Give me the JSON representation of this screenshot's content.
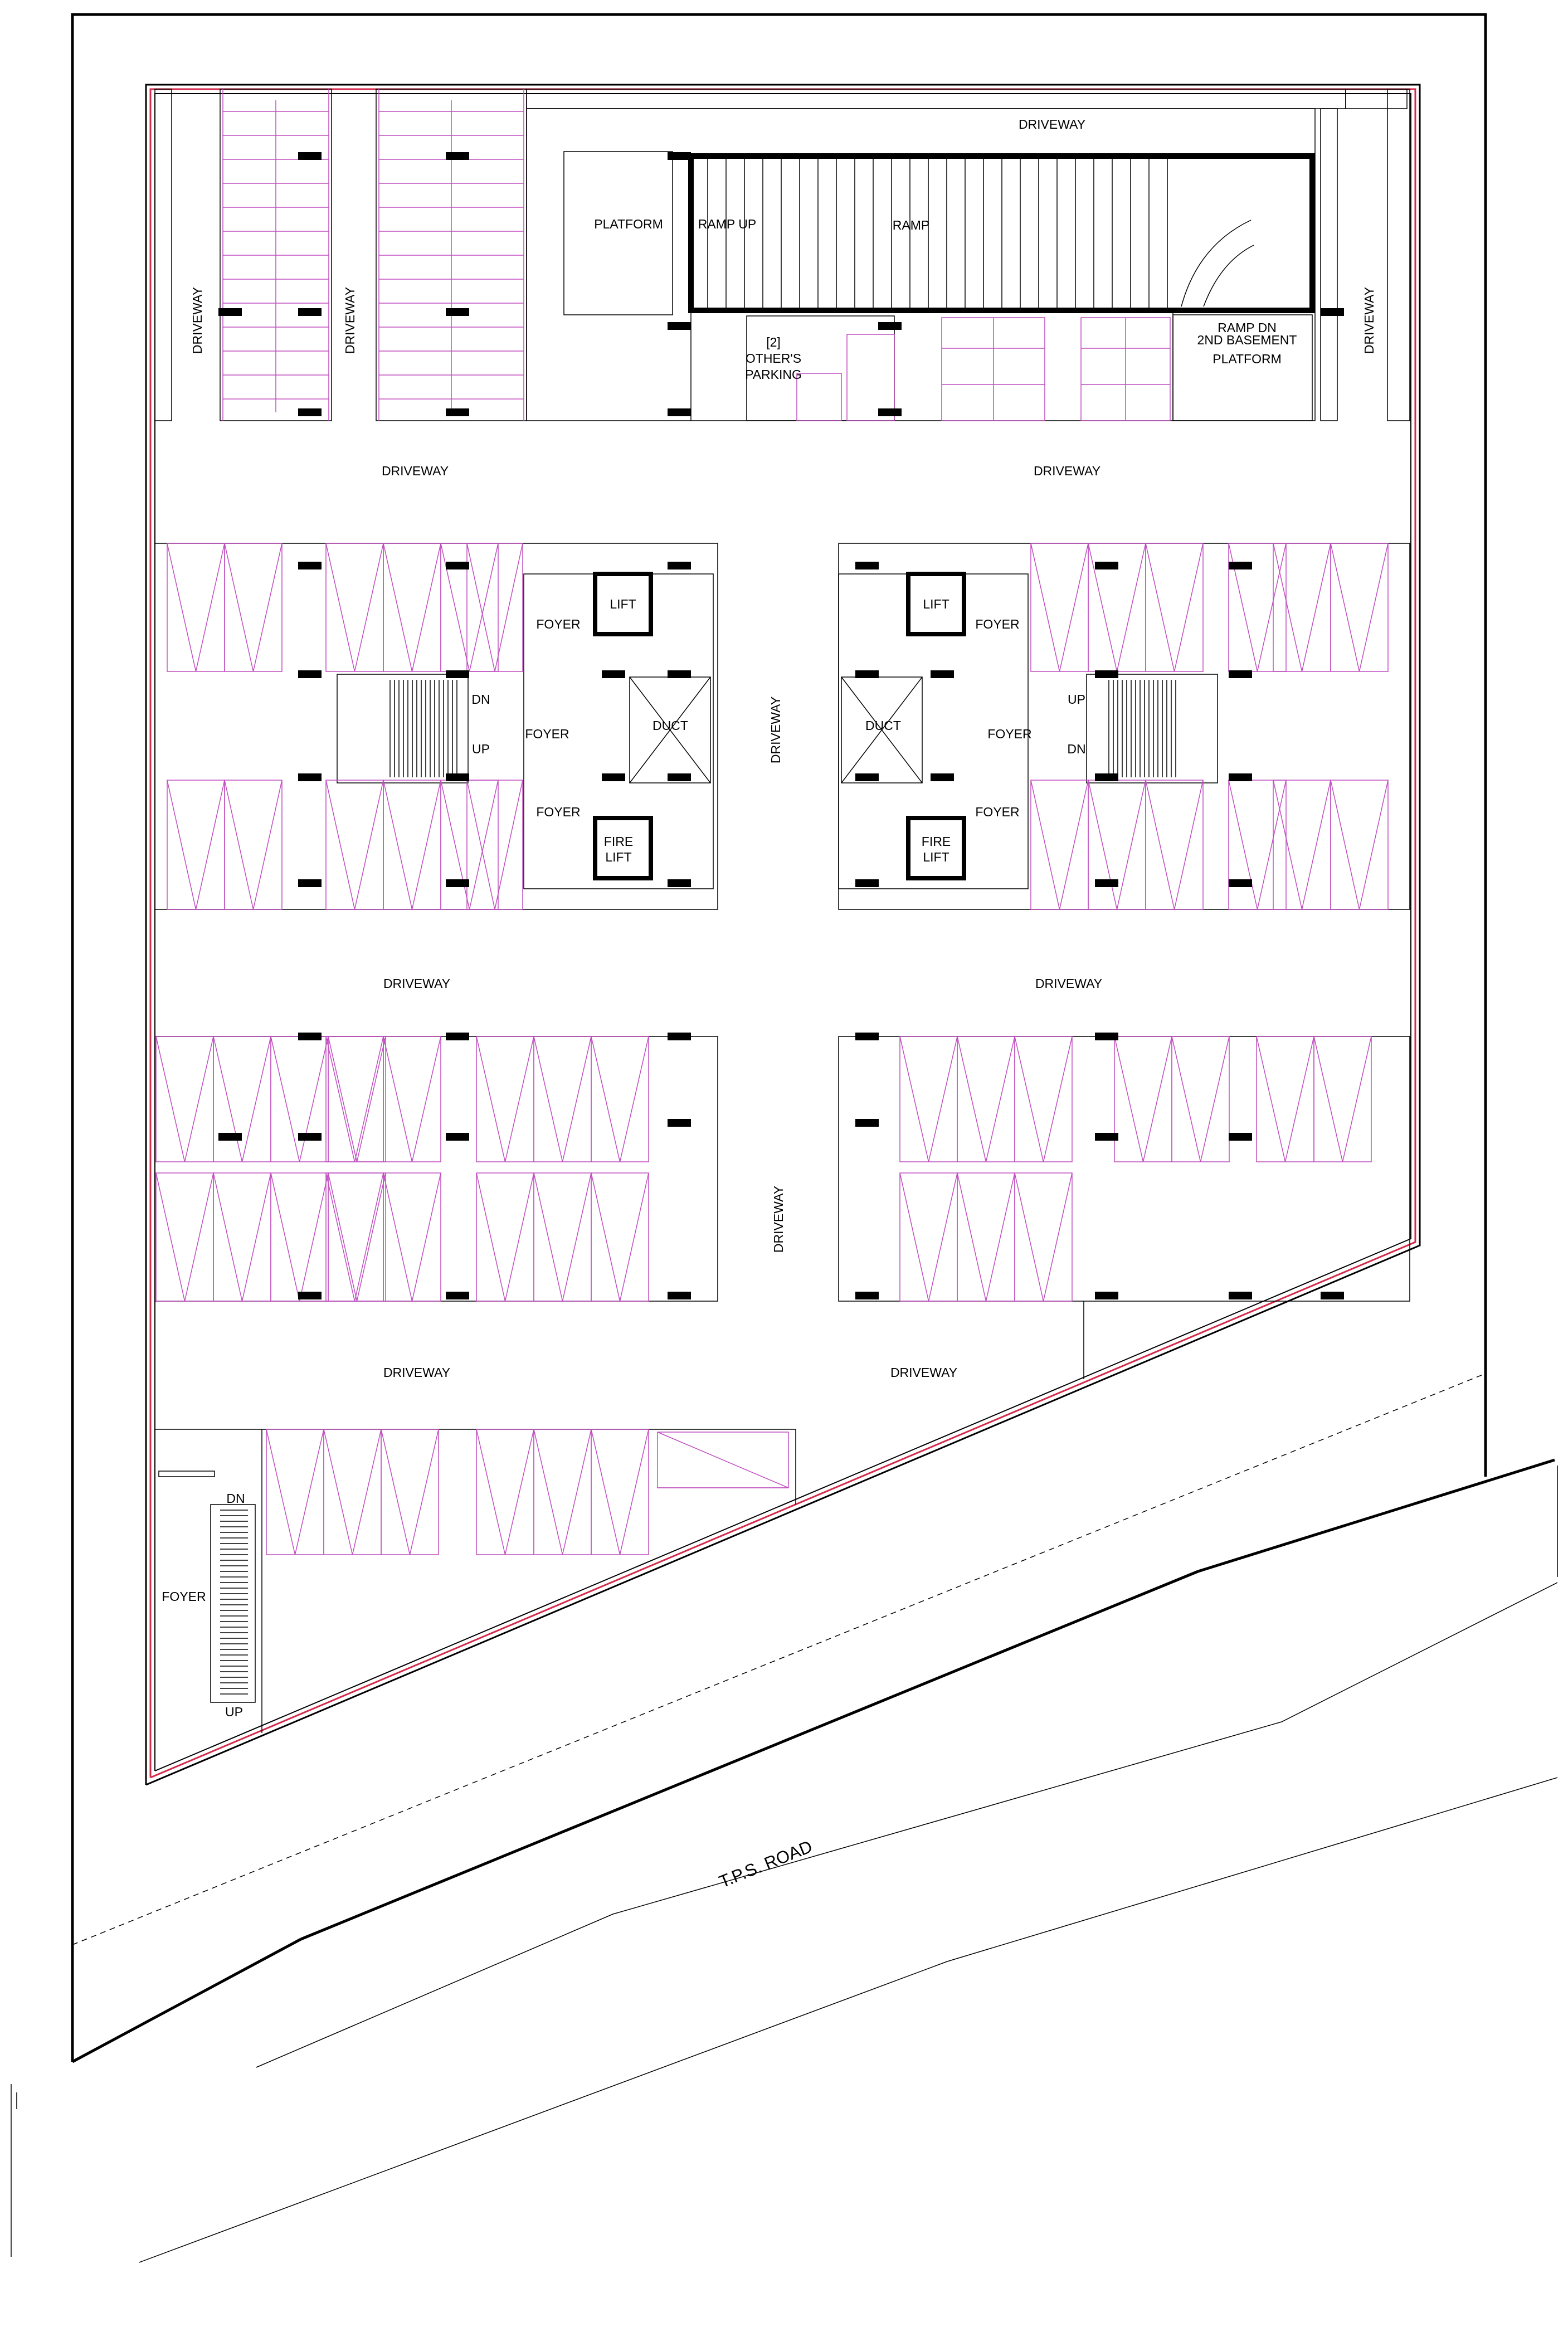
{
  "labels": {
    "driveway": "DRIVEWAY",
    "platform": "PLATFORM",
    "ramp_up": "RAMP UP",
    "ramp": "RAMP",
    "others_parking_count": "[2]",
    "others_parking_line1": "OTHER'S",
    "others_parking_line2": "PARKING",
    "ramp_dn_line1": "RAMP DN",
    "ramp_dn_line2": "2ND BASEMENT",
    "ramp_dn_line3": "PLATFORM",
    "lift": "LIFT",
    "foyer": "FOYER",
    "duct": "DUCT",
    "fire_lift_line1": "FIRE",
    "fire_lift_line2": "LIFT",
    "dn": "DN",
    "up": "UP",
    "road": "T.P.S. ROAD"
  },
  "colors": {
    "walls": "#000000",
    "parking_stalls": "#c04ec0",
    "boundary_accent": "#d42a4a"
  }
}
